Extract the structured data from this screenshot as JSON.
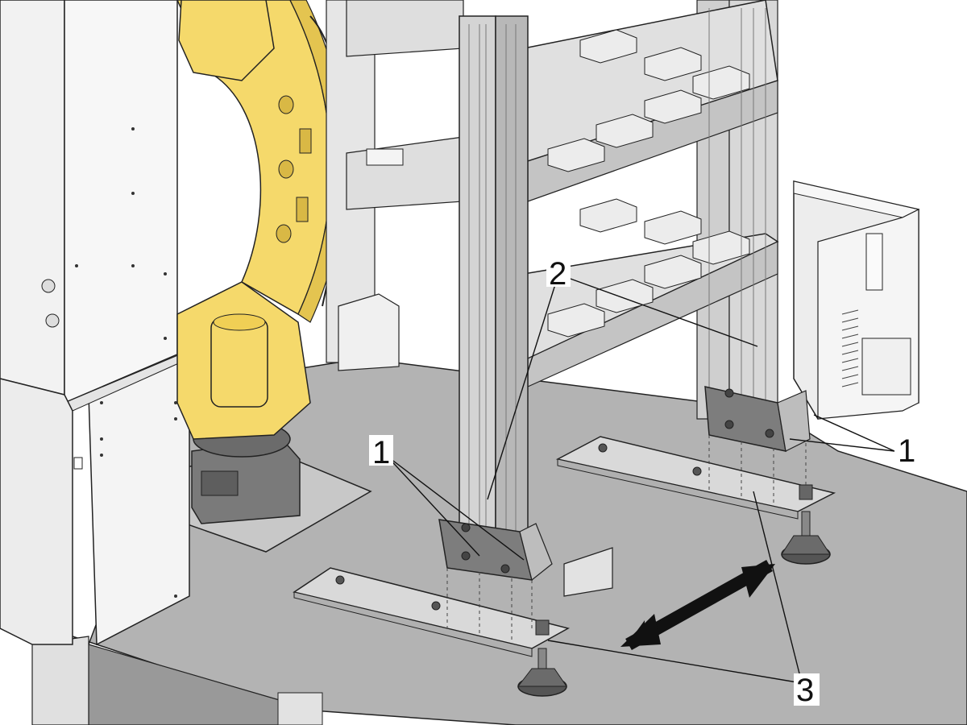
{
  "colors": {
    "floor": "#b3b3b3",
    "floor_dark": "#8c8c8c",
    "robot_yellow": "#f5d96b",
    "robot_yellow_dark": "#d9b845",
    "frame_light": "#d6d6d6",
    "frame_mid": "#a9a9a9",
    "plate": "#d9d9d9",
    "bracket": "#7d7d7d",
    "bracket_light": "#bdbdbd",
    "cabinet": "#ededed",
    "arrow": "#111111"
  },
  "callouts": {
    "c1_left": "1",
    "c1_right": "1",
    "c2": "2",
    "c3": "3"
  },
  "icons": {
    "motion_arrow": "double-headed-arrow-icon"
  }
}
